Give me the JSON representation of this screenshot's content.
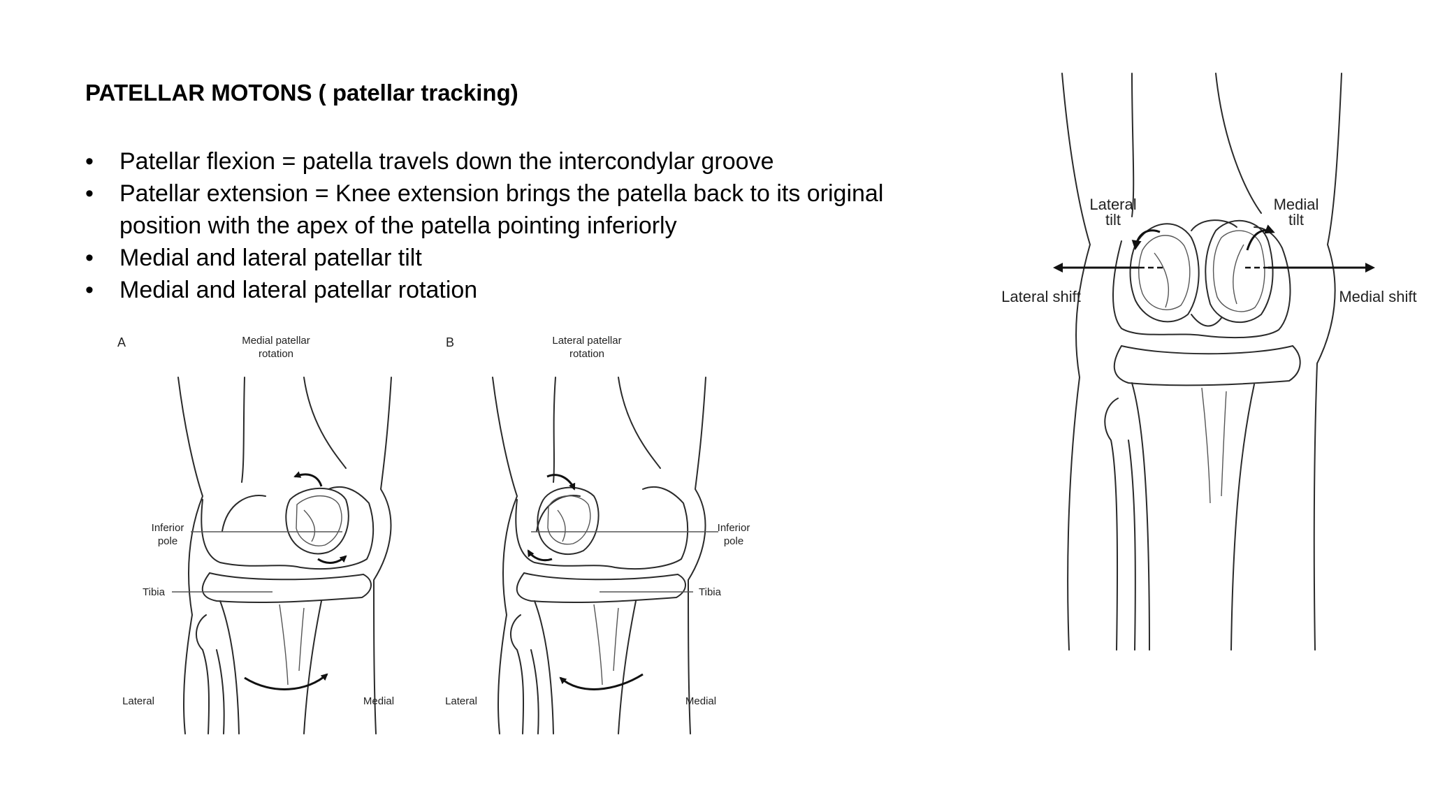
{
  "slide": {
    "title": "PATELLAR MOTONS ( patellar tracking)",
    "bullets": [
      {
        "marker": "•",
        "text": "Patellar flexion = patella travels down the intercondylar groove"
      },
      {
        "marker": "•",
        "text": "Patellar extension =  Knee extension brings the patella back to its original"
      },
      {
        "marker": "",
        "text": "position with the apex of the patella pointing inferiorly"
      },
      {
        "marker": "•",
        "text": "Medial and lateral patellar tilt"
      },
      {
        "marker": "•",
        "text": "Medial and lateral patellar rotation"
      }
    ]
  },
  "figure_rotation": {
    "panel_a": {
      "letter": "A",
      "caption_line1": "Medial patellar",
      "caption_line2": "rotation",
      "inferior_pole_line1": "Inferior",
      "inferior_pole_line2": "pole",
      "tibia": "Tibia",
      "lateral": "Lateral",
      "medial": "Medial"
    },
    "panel_b": {
      "letter": "B",
      "caption_line1": "Lateral patellar",
      "caption_line2": "rotation",
      "inferior_pole_line1": "Inferior",
      "inferior_pole_line2": "pole",
      "tibia": "Tibia",
      "lateral": "Lateral",
      "medial": "Medial"
    }
  },
  "figure_tilt_shift": {
    "lateral_tilt_line1": "Lateral",
    "lateral_tilt_line2": "tilt",
    "medial_tilt_line1": "Medial",
    "medial_tilt_line2": "tilt",
    "lateral_shift": "Lateral shift",
    "medial_shift": "Medial shift"
  }
}
